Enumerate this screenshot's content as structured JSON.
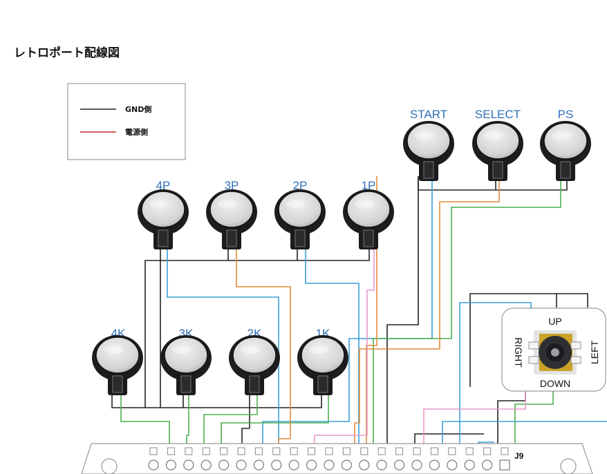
{
  "title": "レトロポート配線図",
  "legend": [
    {
      "label": "GND側",
      "color": "#222222"
    },
    {
      "label": "電源側",
      "color": "#c62828"
    }
  ],
  "buttons": {
    "start": "START",
    "select": "SELECT",
    "ps": "PS",
    "p4": "4P",
    "p3": "3P",
    "p2": "2P",
    "p1": "1P",
    "k4": "4K",
    "k3": "3K",
    "k2": "2K",
    "k1": "1K"
  },
  "joystick": {
    "up": "UP",
    "down": "DOWN",
    "left": "LEFT",
    "right": "RIGHT"
  },
  "connector": {
    "label": "J9"
  },
  "colors": {
    "label": "#2f6fb7",
    "gnd": "#222222",
    "green": "#4caf50",
    "blue": "#3a9fd6",
    "orange": "#e08a3a",
    "pink": "#e699c8"
  }
}
